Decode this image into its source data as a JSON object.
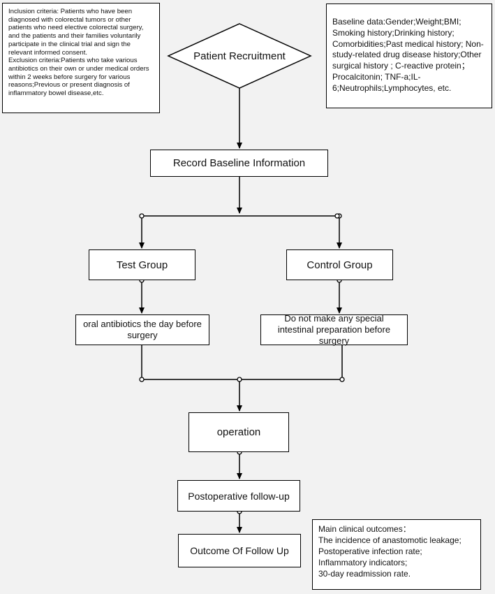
{
  "inclusion_note": {
    "inclusion": "Inclusion criteria: Patients who have been diagnosed with colorectal tumors or other patients who need elective colorectal surgery, and the patients and their families voluntarily participate in the clinical trial and sign the relevant informed consent.",
    "exclusion": "Exclusion criteria:Patients who take various antibiotics on their own or under medical orders within 2 weeks before surgery for various reasons;Previous or present diagnosis of inflammatory bowel disease,etc."
  },
  "baseline_note": "Baseline data:Gender;Weight;BMI; Smoking history;Drinking history; Comorbidities;Past medical history; Non-study-related drug disease history;Other surgical history ; C-reactive protein； Procalcitonin; TNF-a;IL-6;Neutrophils;Lymphocytes, etc.",
  "nodes": {
    "recruitment": "Patient Recruitment",
    "baseline": "Record Baseline Information",
    "test_group": "Test Group",
    "control_group": "Control Group",
    "test_intervention": "oral antibiotics the day before surgery",
    "control_intervention": "Do not make any special intestinal preparation before surgery",
    "operation": "operation",
    "followup": "Postoperative follow-up",
    "outcome": "Outcome Of Follow Up"
  },
  "outcomes_note": {
    "title": "Main clinical outcomes：",
    "items": [
      "The incidence of anastomotic leakage;",
      "Postoperative infection rate;",
      "Inflammatory indicators;",
      "30-day readmission rate."
    ]
  },
  "colors": {
    "line": "#000000",
    "background": "#f2f2f2",
    "box": "#ffffff"
  }
}
